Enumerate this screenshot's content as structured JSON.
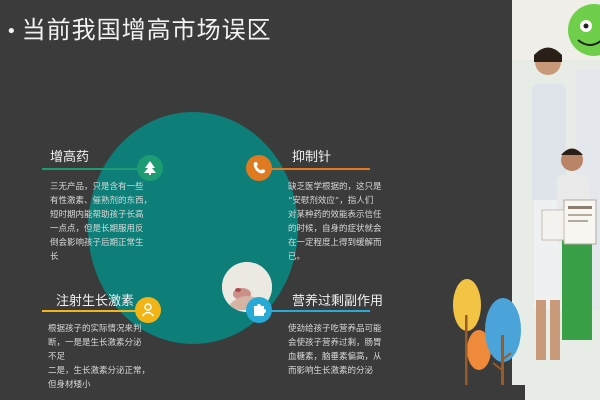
{
  "title": "当前我国增高市场误区",
  "items": [
    {
      "heading": "增高药",
      "body": [
        "三无产品，只是含有一些",
        "有性激素、催熟剂的东西，",
        "短时期内能帮助孩子长高",
        "一点点，但是长期服用反",
        "倒会影响孩子后期正常生",
        "长"
      ],
      "color": "#1d9b73",
      "icon": "tree-icon"
    },
    {
      "heading": "抑制针",
      "body": [
        "缺乏医学根据的，这只是",
        "“安慰剂效应”，指人们",
        "对某种药的效能表示信任",
        "的时候，自身的症状就会",
        "在一定程度上得到缓解而",
        "已。"
      ],
      "color": "#e07a20",
      "icon": "phone-icon"
    },
    {
      "heading": "注射生长激素",
      "body": [
        "根据孩子的实际情况来判",
        "断，一是是生长激素分泌",
        "不足",
        "二是，生长激素分泌正常，",
        "但身材矮小"
      ],
      "color": "#f2b515",
      "icon": "person-icon"
    },
    {
      "heading": "营养过剩副作用",
      "body": [
        "使劲给孩子吃营养品可能",
        "会使孩子营养过剩，肠胃",
        "血糖素，脑垂素偏高，从",
        "而影响生长激素的分泌"
      ],
      "color": "#28a9d6",
      "icon": "puzzle-icon"
    }
  ],
  "colors": {
    "teal": "#0e7e78",
    "background": "#3b3b3b"
  }
}
